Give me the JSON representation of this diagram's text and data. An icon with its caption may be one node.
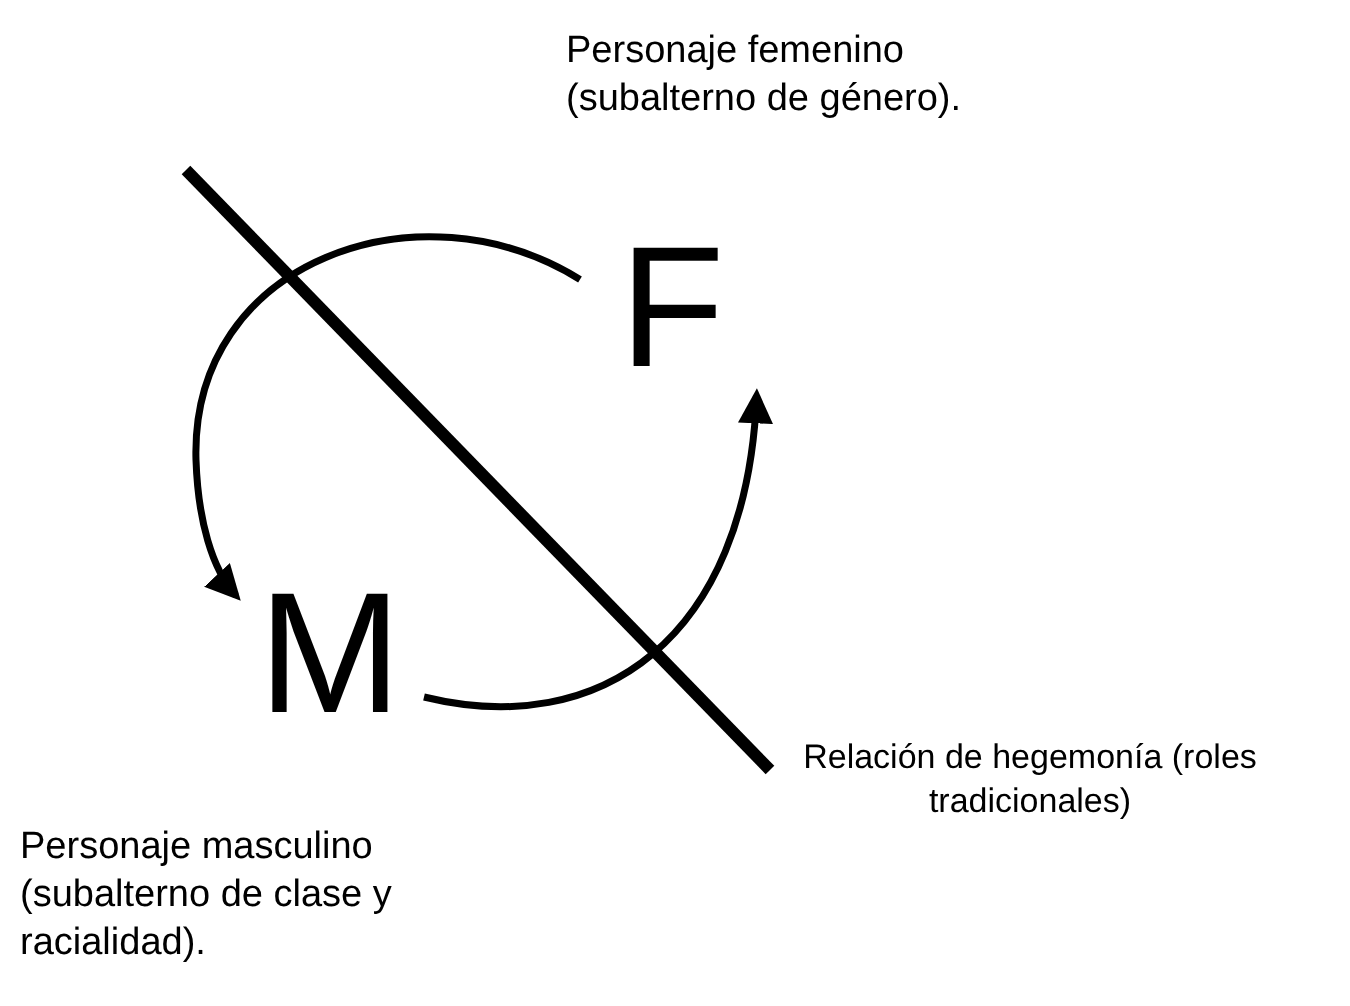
{
  "diagram": {
    "nodes": [
      {
        "text": [
          "F"
        ],
        "beside": [
          "Personaje femenino (subalterno de género)."
        ]
      },
      {
        "text": [
          "M"
        ],
        "beside": [
          "Personaje masculino (subalterno de clase y racialidad)."
        ]
      }
    ],
    "edges": [
      {
        "from": 0,
        "to": 1,
        "arrow": "to"
      },
      {
        "from": 1,
        "to": 0,
        "arrow": "to"
      }
    ],
    "labels": [
      "Relación de hegemonía (roles tradicionales)"
    ]
  }
}
